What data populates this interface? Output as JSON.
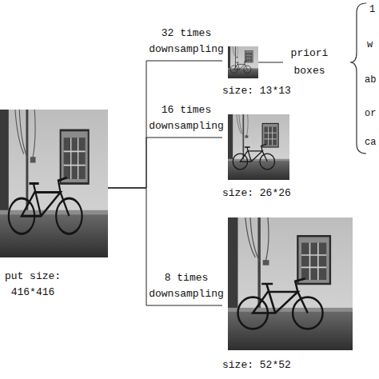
{
  "diagram": {
    "nodes": [
      {
        "text": [
          "put size: 416*416"
        ]
      },
      {
        "text": [
          "size: 13*13"
        ]
      },
      {
        "text": [
          "size: 26*26"
        ]
      },
      {
        "text": [
          "size: 52*52"
        ]
      }
    ],
    "edges": [
      {
        "from": 0,
        "to": 1,
        "arrow": "none",
        "label": "32 times downsampling"
      },
      {
        "from": 0,
        "to": 2,
        "arrow": "none",
        "label": "16 times downsampling"
      },
      {
        "from": 0,
        "to": 3,
        "arrow": "none",
        "label": "8 times downsampling"
      }
    ],
    "labels": [
      "priori boxes",
      "1",
      "w",
      "ab",
      "or",
      "ca"
    ]
  }
}
